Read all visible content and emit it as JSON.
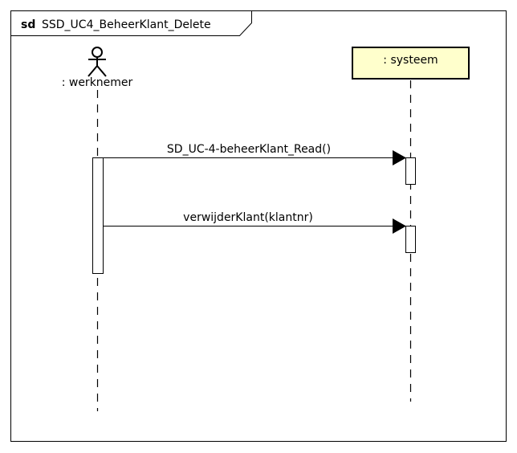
{
  "frame": {
    "keyword": "sd",
    "name": "SSD_UC4_BeheerKlant_Delete"
  },
  "lifelines": [
    {
      "label": ": werknemer",
      "kind": "actor"
    },
    {
      "label": ": systeem",
      "kind": "object"
    }
  ],
  "messages": [
    {
      "label": "SD_UC-4-beheerKlant_Read()",
      "from": ": werknemer",
      "to": ": systeem"
    },
    {
      "label": "verwijderKlant(klantnr)",
      "from": ": werknemer",
      "to": ": systeem"
    }
  ],
  "colors": {
    "object_fill": "#FFFFCC",
    "line": "#000000",
    "background": "#FFFFFF"
  }
}
